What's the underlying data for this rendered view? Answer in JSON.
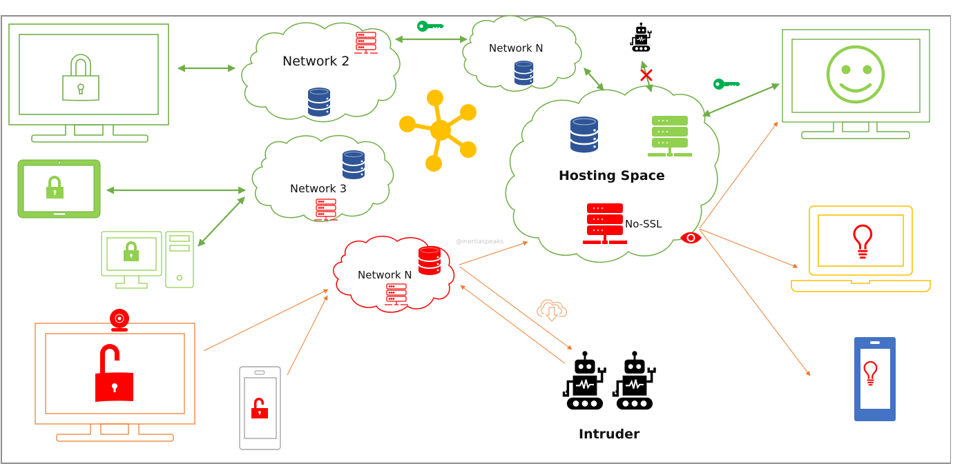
{
  "diagram": {
    "title": "Network security: SSL vs No-SSL hosting",
    "watermark": "@inertiaspeaks",
    "colors": {
      "secure_green": "#70ad47",
      "bright_green": "#92d050",
      "key_green": "#00b050",
      "db_blue": "#2f5597",
      "insecure_red": "#ff0000",
      "insecure_orange": "#ed7d31",
      "hub_yellow": "#ffc000",
      "phone_blue": "#4472c4",
      "laptop_yellow": "#ffc000",
      "frame_gray": "#8c8c8c"
    },
    "nodes": {
      "network2": {
        "label": "Network 2",
        "status": "secure"
      },
      "network3": {
        "label": "Network 3",
        "status": "secure"
      },
      "networkN_top": {
        "label": "Network N",
        "status": "secure"
      },
      "networkN_bottom": {
        "label": "Network N",
        "status": "compromised"
      },
      "hosting": {
        "label": "Hosting Space"
      },
      "no_ssl_server": {
        "label": "No-SSL"
      },
      "intruder": {
        "label": "Intruder"
      }
    },
    "devices": [
      {
        "id": "desktop-locked",
        "icon": "lock-closed",
        "status": "secure"
      },
      {
        "id": "tablet-locked",
        "icon": "lock-closed",
        "status": "secure"
      },
      {
        "id": "pc-tower-locked",
        "icon": "lock-closed",
        "status": "secure"
      },
      {
        "id": "desktop-unlocked",
        "icon": "lock-open",
        "status": "exposed"
      },
      {
        "id": "phone-unlocked",
        "icon": "lock-open",
        "status": "exposed"
      },
      {
        "id": "monitor-happy",
        "icon": "smiley",
        "status": "secure"
      },
      {
        "id": "laptop-idea",
        "icon": "lightbulb",
        "status": "exposed"
      },
      {
        "id": "phone-idea",
        "icon": "lightbulb",
        "status": "exposed"
      }
    ],
    "icons": [
      "key-icon",
      "robot-icon",
      "blocked-x-icon",
      "eye-icon",
      "cloud-download-icon",
      "hub-network-icon",
      "database-icon",
      "server-icon",
      "webcam-icon"
    ]
  }
}
